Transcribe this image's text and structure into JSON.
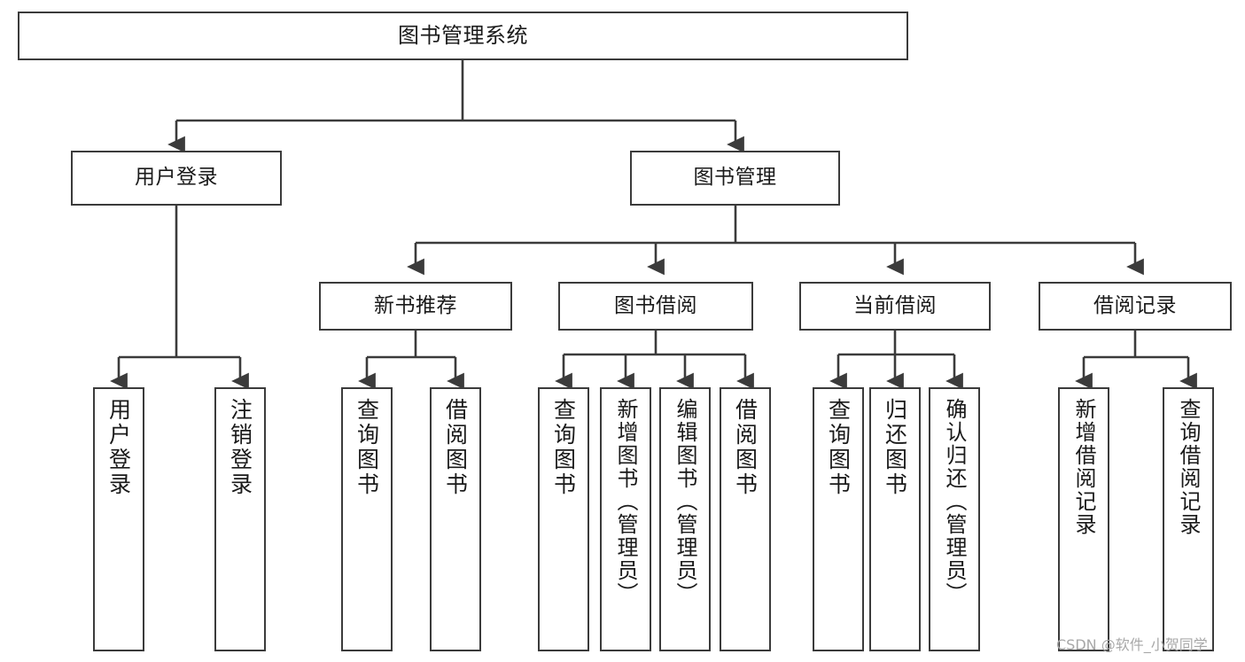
{
  "diagram": {
    "title": "图书管理系统",
    "type": "tree-hierarchy-chart",
    "line_color": "#3b3b3b",
    "box_fill": "#ffffff",
    "background": "#ffffff",
    "watermark": "CSDN @软件_小贺同学",
    "root": {
      "label": "图书管理系统"
    },
    "level2": [
      {
        "label": "用户登录"
      },
      {
        "label": "图书管理"
      }
    ],
    "level3": [
      {
        "label": "新书推荐"
      },
      {
        "label": "图书借阅"
      },
      {
        "label": "当前借阅"
      },
      {
        "label": "借阅记录"
      }
    ],
    "leaves": {
      "user_login": [
        {
          "label": "用户登录"
        },
        {
          "label": "注销登录"
        }
      ],
      "new_book_recommend": [
        {
          "label": "查询图书"
        },
        {
          "label": "借阅图书"
        }
      ],
      "book_borrow": [
        {
          "label": "查询图书"
        },
        {
          "label": "新增图书（管理员）"
        },
        {
          "label": "编辑图书（管理员）"
        },
        {
          "label": "借阅图书"
        }
      ],
      "current_borrow": [
        {
          "label": "查询图书"
        },
        {
          "label": "归还图书"
        },
        {
          "label": "确认归还（管理员）"
        }
      ],
      "borrow_record": [
        {
          "label": "新增借阅记录"
        },
        {
          "label": "查询借阅记录"
        }
      ]
    }
  }
}
